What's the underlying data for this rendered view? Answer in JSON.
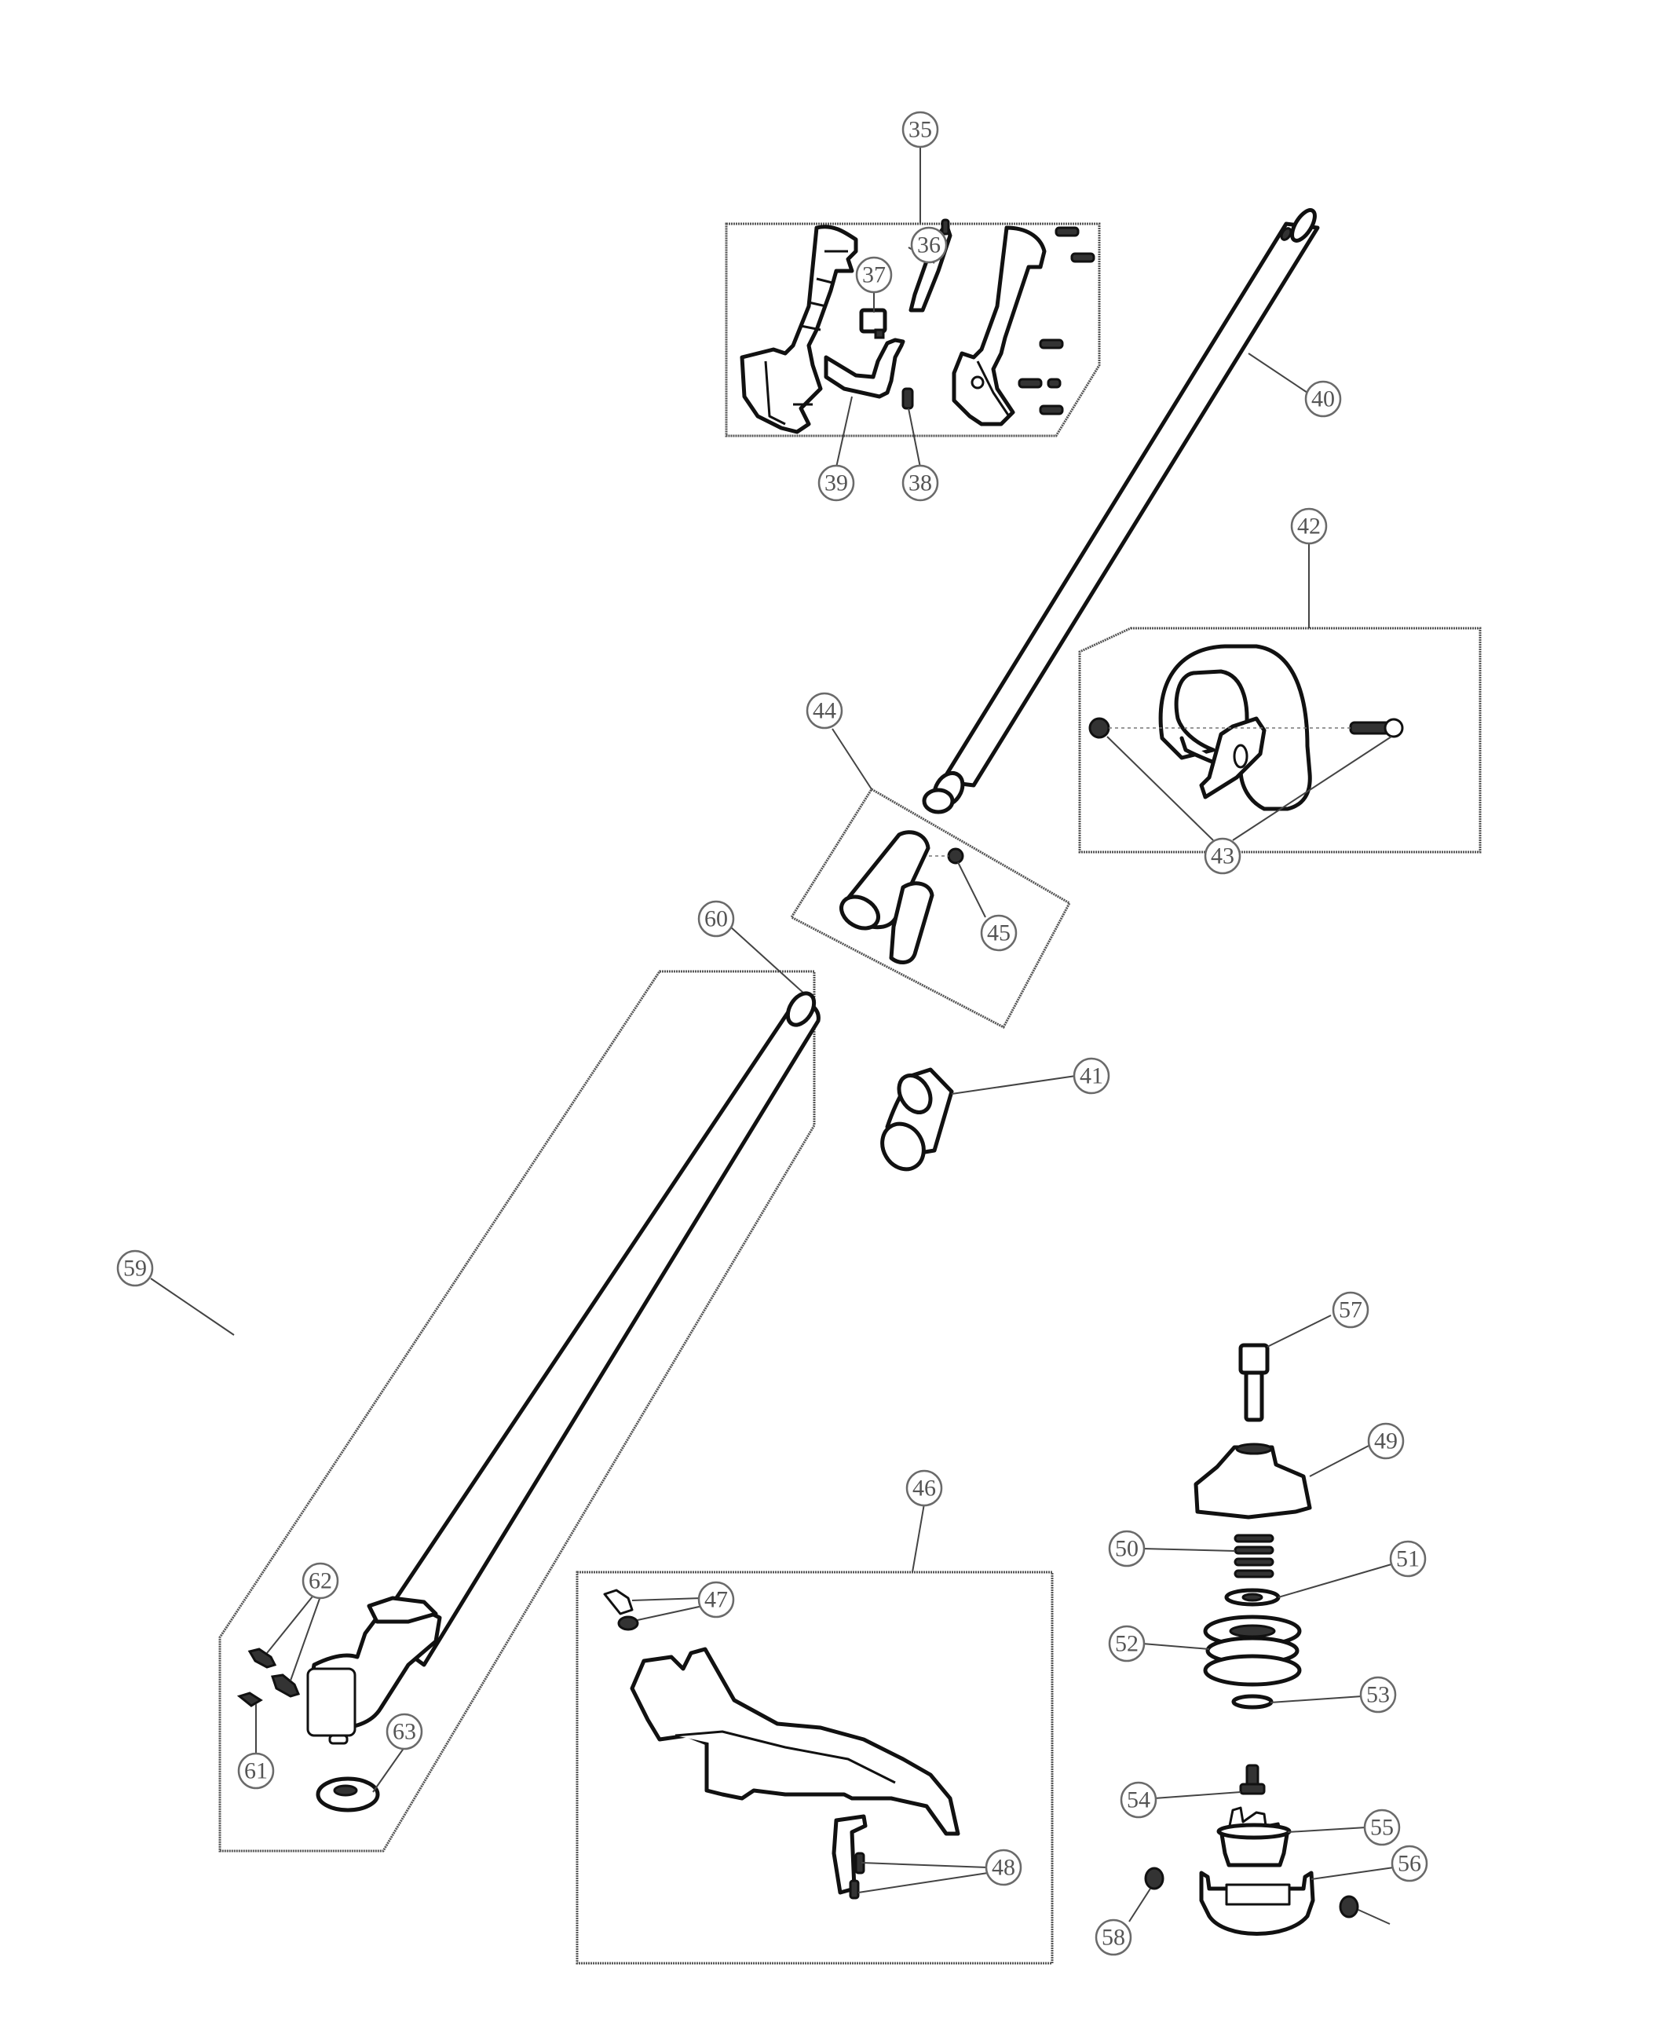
{
  "title": "Trimmer shaft, handle & trimmer head exploded parts diagram",
  "callouts": [
    {
      "id": "35",
      "part": "handle-housing-assembly"
    },
    {
      "id": "36",
      "part": "throttle-cable-lockout"
    },
    {
      "id": "37",
      "part": "switch"
    },
    {
      "id": "38",
      "part": "spring"
    },
    {
      "id": "39",
      "part": "throttle-trigger"
    },
    {
      "id": "40",
      "part": "upper-shaft-tube"
    },
    {
      "id": "41",
      "part": "shaft-coupler-sleeve"
    },
    {
      "id": "42",
      "part": "assist-handle-assembly"
    },
    {
      "id": "43",
      "part": "handle-bolt-and-nut"
    },
    {
      "id": "44",
      "part": "coupler-assembly"
    },
    {
      "id": "45",
      "part": "coupler-nut"
    },
    {
      "id": "46",
      "part": "guard-assembly"
    },
    {
      "id": "47",
      "part": "wing-nut-and-washer"
    },
    {
      "id": "48",
      "part": "guard-screws"
    },
    {
      "id": "49",
      "part": "spool-housing-top"
    },
    {
      "id": "50",
      "part": "spring"
    },
    {
      "id": "51",
      "part": "washer"
    },
    {
      "id": "52",
      "part": "spool"
    },
    {
      "id": "53",
      "part": "washer"
    },
    {
      "id": "54",
      "part": "bolt"
    },
    {
      "id": "55",
      "part": "bump-knob-inner"
    },
    {
      "id": "56",
      "part": "spool-cover"
    },
    {
      "id": "57",
      "part": "arbor-bolt"
    },
    {
      "id": "58",
      "part": "eyelets"
    },
    {
      "id": "59",
      "part": "lower-shaft-assembly"
    },
    {
      "id": "60",
      "part": "lower-shaft-tube"
    },
    {
      "id": "61",
      "part": "screw"
    },
    {
      "id": "62",
      "part": "screws"
    },
    {
      "id": "63",
      "part": "spacer"
    }
  ]
}
